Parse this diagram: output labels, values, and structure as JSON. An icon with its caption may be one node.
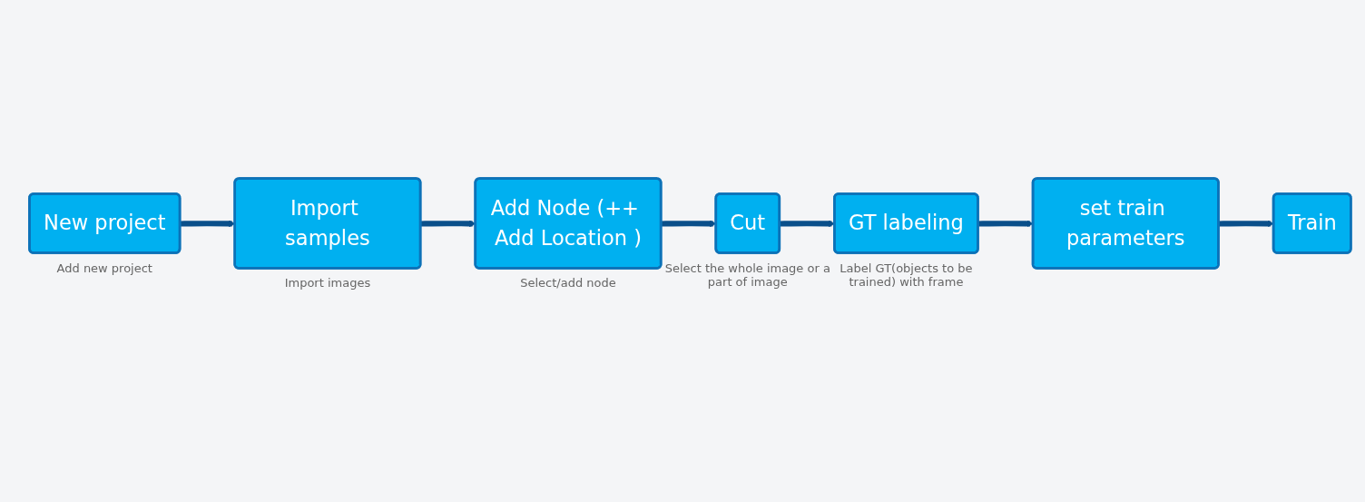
{
  "diagram": {
    "nodes": [
      {
        "text": [
          "New project"
        ],
        "beside": [
          "Add new project"
        ]
      },
      {
        "text": [
          "Import samples"
        ],
        "beside": [
          "Import images"
        ]
      },
      {
        "text": [
          "Add Node (++ Add Location )"
        ],
        "beside": [
          "Select/add node"
        ]
      },
      {
        "text": [
          "Cut"
        ],
        "beside": [
          "Select the whole image or a part of image"
        ]
      },
      {
        "text": [
          "GT labeling"
        ],
        "beside": [
          "Label GT(objects to be trained) with frame"
        ]
      },
      {
        "text": [
          "set train parameters"
        ]
      },
      {
        "text": [
          "Train"
        ]
      }
    ],
    "edges": [
      {
        "from": 0,
        "to": 1,
        "arrow": "to"
      },
      {
        "from": 1,
        "to": 2,
        "arrow": "to"
      },
      {
        "from": 2,
        "to": 3,
        "arrow": "to"
      },
      {
        "from": 3,
        "to": 4,
        "arrow": "to"
      },
      {
        "from": 4,
        "to": 5,
        "arrow": "to"
      },
      {
        "from": 5,
        "to": 6,
        "arrow": "to"
      }
    ]
  }
}
